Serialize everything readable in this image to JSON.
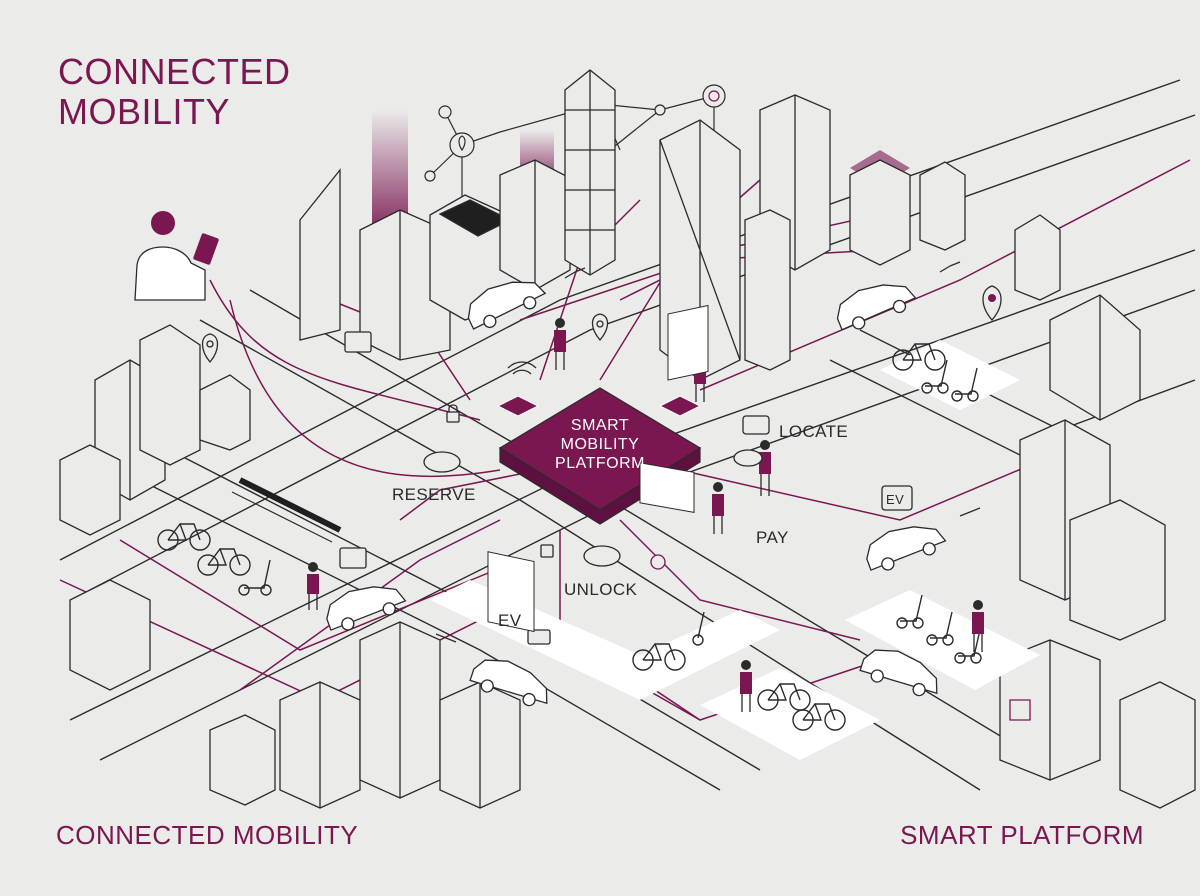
{
  "titles": {
    "main_line1": "CONNECTED",
    "main_line2": "MOBILITY",
    "footer_left": "CONNECTED MOBILITY",
    "footer_right": "SMART PLATFORM"
  },
  "platform": {
    "line1": "SMART",
    "line2": "MOBILITY",
    "line3": "PLATFORM"
  },
  "actions": {
    "reserve": "RESERVE",
    "locate": "LOCATE",
    "pay": "PAY",
    "unlock": "UNLOCK"
  },
  "badges": {
    "ev_bubble": "EV",
    "ev_parking": "EV"
  },
  "colors": {
    "accent": "#7a1650",
    "line": "#2b2b2b",
    "background": "#ebebea",
    "zone": "#ffffff"
  }
}
